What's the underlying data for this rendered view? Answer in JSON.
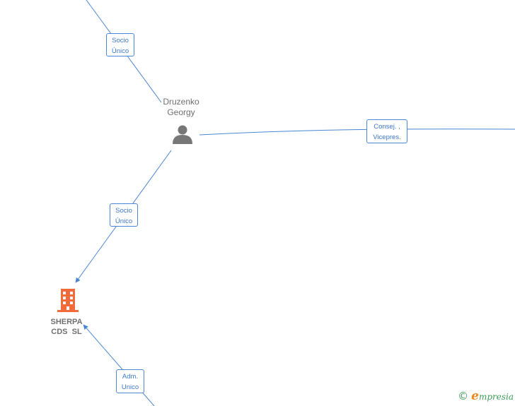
{
  "nodes": {
    "person": {
      "name_line1": "Druzenko",
      "name_line2": "Georgy",
      "icon": "person-icon",
      "color": "#777777"
    },
    "company": {
      "name_line1": "SHERPA",
      "name_line2": "CDS  SL",
      "icon": "building-icon",
      "color": "#f26b3a"
    }
  },
  "edges": {
    "top_socio": {
      "line1": "Socio",
      "line2": "Único"
    },
    "consej": {
      "line1": "Consej. ,",
      "line2": "Vicepres."
    },
    "socio_company": {
      "line1": "Socio",
      "line2": "Único"
    },
    "adm": {
      "line1": "Adm.",
      "line2": "Unico"
    }
  },
  "colors": {
    "edge": "#4a86d4",
    "edge_text": "#3d78c8"
  },
  "footer": {
    "copyright_symbol": "©",
    "brand_initial": "e",
    "brand_rest": "mpresia"
  }
}
